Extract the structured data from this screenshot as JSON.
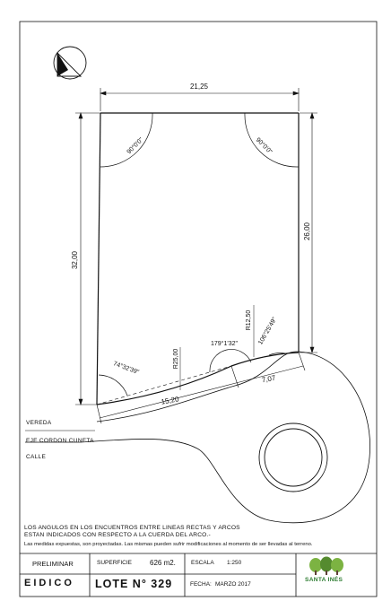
{
  "dimensions": {
    "top": "21,25",
    "left": "32,00",
    "right": "26,00",
    "bottom_left": "15,20",
    "bottom_right": "7,07",
    "radius_1": "R25,00",
    "radius_2": "R12,50"
  },
  "angles": {
    "top_left": "90°0'0\"",
    "top_right": "90°0'0\"",
    "bottom_left": "74°32'39\"",
    "bottom_mid": "179°1'32\"",
    "bottom_right": "106°25'49\""
  },
  "street_labels": {
    "vereda": "VEREDA",
    "eje": "EJE CORDON CUNETA",
    "calle": "CALLE"
  },
  "notes": {
    "line1": "LOS ANGULOS EN LOS ENCUENTROS ENTRE LINEAS RECTAS Y ARCOS",
    "line2": "ESTAN INDICADOS CON RESPECTO A LA CUERDA DEL ARCO.-",
    "sub": "Las medidas expuestas, son proyectadas. Las mismas pueden sufrir modificaciones al momento de ser llevadas al terreno."
  },
  "title_block": {
    "status": "PRELIMINAR",
    "superficie_label": "SUPERFICIE",
    "superficie_value": "626 m2.",
    "escala_label": "ESCALA",
    "escala_value": "1:250",
    "brand": "EIDICO",
    "lote": "LOTE N° 329",
    "fecha_label": "FECHA:",
    "fecha_value": "MARZO 2017",
    "logo_text": "SANTA INÉS"
  },
  "colors": {
    "line": "#111111",
    "logo_green": "#2e7d32"
  }
}
